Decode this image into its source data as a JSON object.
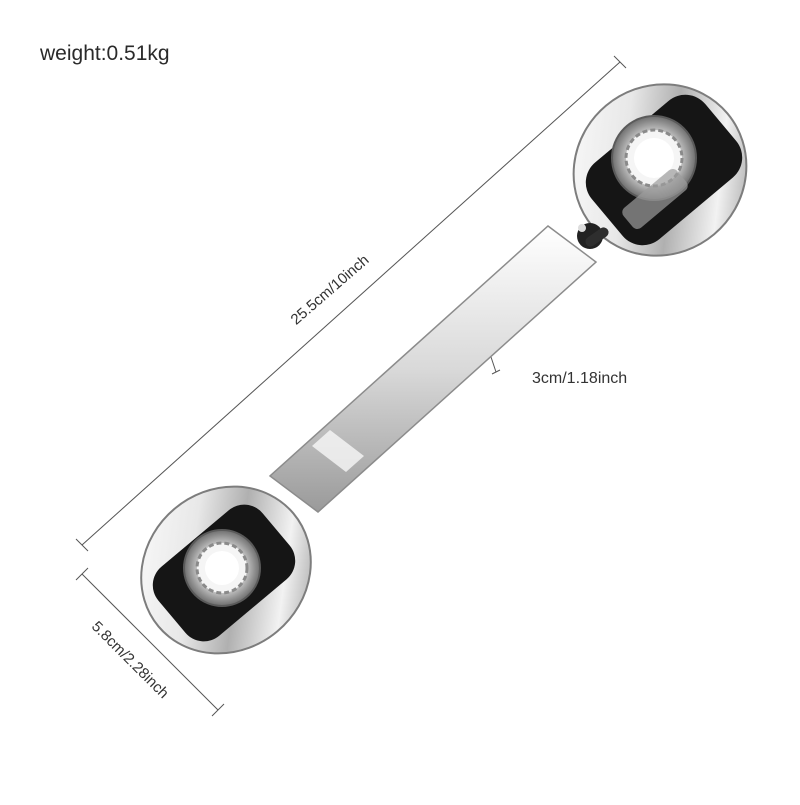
{
  "product": {
    "weight_label": "weight:0.51kg",
    "length_label": "25.5cm/10inch",
    "shaft_width_label": "3cm/1.18inch",
    "head_width_label": "5.8cm/2.28inch"
  },
  "colors": {
    "chrome_light": "#f4f4f4",
    "chrome_dark": "#8a8a8a",
    "ratchet_black": "#1a1a1a",
    "dimension_line": "#555555"
  }
}
